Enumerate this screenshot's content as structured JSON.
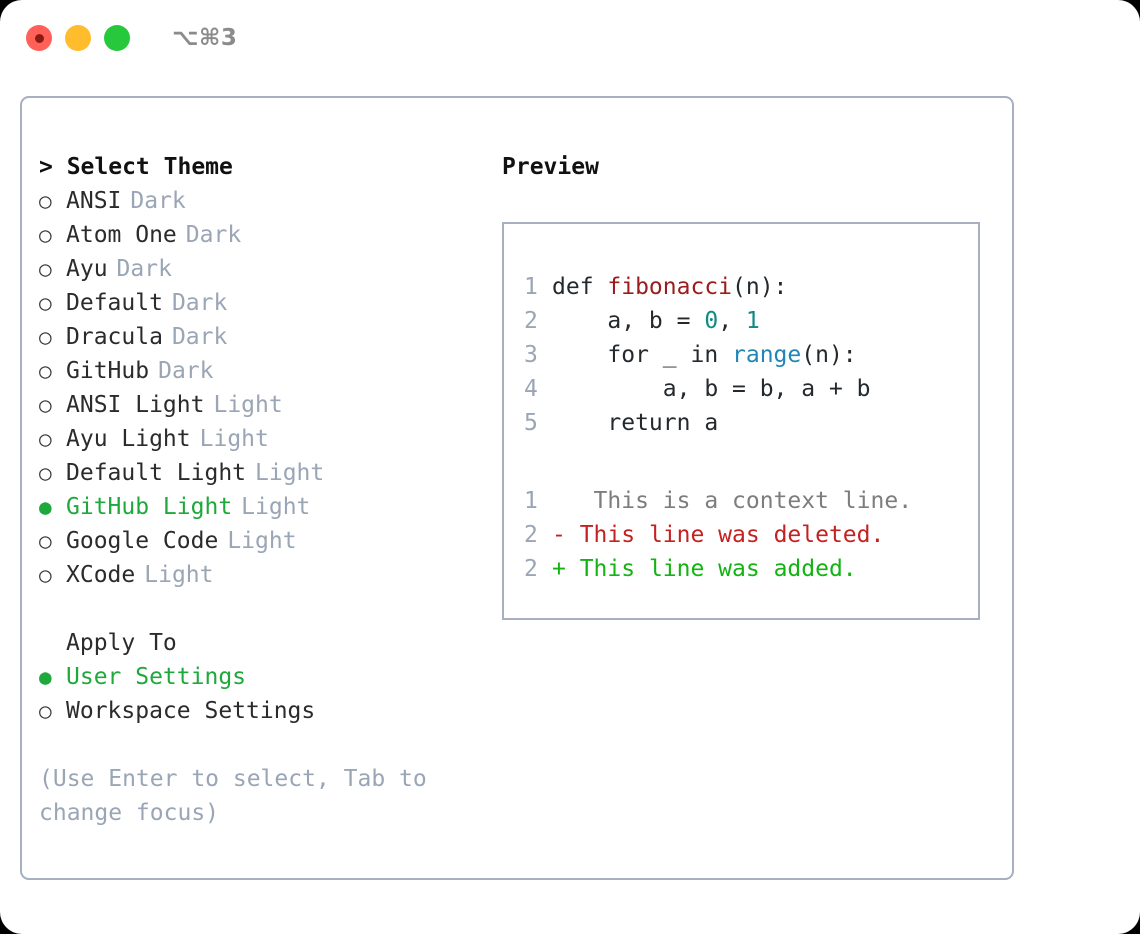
{
  "titlebar": {
    "shortcut": "⌥⌘3",
    "buttons": [
      {
        "name": "close",
        "color": "#ff6057"
      },
      {
        "name": "minimize",
        "color": "#ffbd2e"
      },
      {
        "name": "zoom",
        "color": "#28c83c"
      }
    ]
  },
  "theme_picker": {
    "heading": "> Select Theme",
    "marker_selected": "●",
    "marker_unselected": "○",
    "selected_color": "#1fa83c",
    "tag_color": "#9aa5b5",
    "items": [
      {
        "label": "ANSI",
        "tag": "Dark",
        "selected": false
      },
      {
        "label": "Atom One",
        "tag": "Dark",
        "selected": false
      },
      {
        "label": "Ayu",
        "tag": "Dark",
        "selected": false
      },
      {
        "label": "Default",
        "tag": "Dark",
        "selected": false
      },
      {
        "label": "Dracula",
        "tag": "Dark",
        "selected": false
      },
      {
        "label": "GitHub",
        "tag": "Dark",
        "selected": false
      },
      {
        "label": "ANSI Light",
        "tag": "Light",
        "selected": false
      },
      {
        "label": "Ayu Light",
        "tag": "Light",
        "selected": false
      },
      {
        "label": "Default Light",
        "tag": "Light",
        "selected": false
      },
      {
        "label": "GitHub Light",
        "tag": "Light",
        "selected": true
      },
      {
        "label": "Google Code",
        "tag": "Light",
        "selected": false
      },
      {
        "label": "XCode",
        "tag": "Light",
        "selected": false
      }
    ]
  },
  "apply_to": {
    "heading": "Apply To",
    "items": [
      {
        "label": "User Settings",
        "selected": true
      },
      {
        "label": "Workspace Settings",
        "selected": false
      }
    ]
  },
  "hint": "(Use Enter to select, Tab to change focus)",
  "preview": {
    "title": "Preview",
    "code": [
      {
        "lineno": "1",
        "tokens": [
          {
            "text": "def ",
            "kind": "plain"
          },
          {
            "text": "fibonacci",
            "kind": "fn"
          },
          {
            "text": "(n):",
            "kind": "plain"
          }
        ]
      },
      {
        "lineno": "2",
        "tokens": [
          {
            "text": "    a, b = ",
            "kind": "plain"
          },
          {
            "text": "0",
            "kind": "num"
          },
          {
            "text": ", ",
            "kind": "plain"
          },
          {
            "text": "1",
            "kind": "num"
          }
        ]
      },
      {
        "lineno": "3",
        "tokens": [
          {
            "text": "    for _ in ",
            "kind": "plain"
          },
          {
            "text": "range",
            "kind": "builtin"
          },
          {
            "text": "(n):",
            "kind": "plain"
          }
        ]
      },
      {
        "lineno": "4",
        "tokens": [
          {
            "text": "        a, b = b, a + b",
            "kind": "plain"
          }
        ]
      },
      {
        "lineno": "5",
        "tokens": [
          {
            "text": "    return a",
            "kind": "plain"
          }
        ]
      }
    ],
    "diff": [
      {
        "lineno": "1",
        "sign": " ",
        "text": "  This is a context line.",
        "kind": "ctx"
      },
      {
        "lineno": "2",
        "sign": "-",
        "text": " This line was deleted.",
        "kind": "del"
      },
      {
        "lineno": "2",
        "sign": "+",
        "text": " This line was added.",
        "kind": "add"
      }
    ],
    "colors": {
      "function": "#9b1c1c",
      "number": "#0f8a86",
      "builtin": "#1f86b5",
      "context": "#7d7d7d",
      "deleted": "#c42121",
      "added": "#13b313",
      "lineno": "#9aa5b5"
    }
  }
}
